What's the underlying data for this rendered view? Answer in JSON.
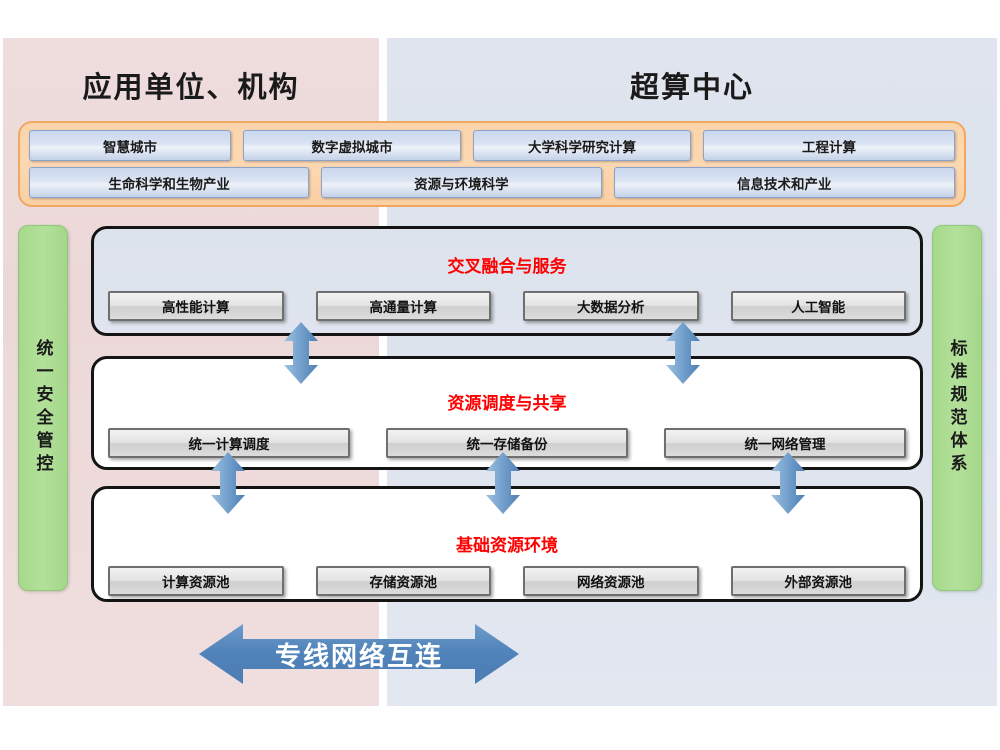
{
  "headers": {
    "left": "应用单位、机构",
    "right": "超算中心"
  },
  "colors": {
    "bg_left": "#efdcdc",
    "bg_right": "#dfe4ee",
    "app_band": "#fbd4ab",
    "app_box": "#c9d6ec",
    "sidebar_green": "#a6d98c",
    "layer_title_red": "#fe0000",
    "node_gray": "#e3e3e3",
    "arrow_blue": "#5b8fc4"
  },
  "application_band": {
    "row1": [
      {
        "label": "智慧城市",
        "flex": 1.0
      },
      {
        "label": "数字虚拟城市",
        "flex": 1.08
      },
      {
        "label": "大学科学研究计算",
        "flex": 1.08
      },
      {
        "label": "工程计算",
        "flex": 1.25
      }
    ],
    "row2": [
      {
        "label": "生命科学和生物产业",
        "flex": 1.0
      },
      {
        "label": "资源与环境科学",
        "flex": 1.0
      },
      {
        "label": "信息技术和产业",
        "flex": 1.22
      }
    ]
  },
  "sidebars": {
    "left": "统一安全管控",
    "right": "标准规范体系"
  },
  "layers": [
    {
      "title": "交叉融合与服务",
      "nodes": [
        {
          "label": "高性能计算",
          "flex": 1.0
        },
        {
          "label": "高通量计算",
          "flex": 1.0
        },
        {
          "label": "大数据分析",
          "flex": 1.0
        },
        {
          "label": "人工智能",
          "flex": 1.0
        }
      ]
    },
    {
      "title": "资源调度与共享",
      "nodes": [
        {
          "label": "统一计算调度",
          "flex": 1.0
        },
        {
          "label": "统一存储备份",
          "flex": 1.0
        },
        {
          "label": "统一网络管理",
          "flex": 1.0
        }
      ]
    },
    {
      "title": "基础资源环境",
      "nodes": [
        {
          "label": "计算资源池",
          "flex": 1.0
        },
        {
          "label": "存储资源池",
          "flex": 1.0
        },
        {
          "label": "网络资源池",
          "flex": 1.0
        },
        {
          "label": "外部资源池",
          "flex": 1.0
        }
      ]
    }
  ],
  "connectors": {
    "between_layer_0_and_1": [
      298,
      680
    ],
    "between_layer_1_and_2": [
      225,
      500,
      785
    ]
  },
  "bottom_arrow": {
    "label": "专线网络互连"
  }
}
